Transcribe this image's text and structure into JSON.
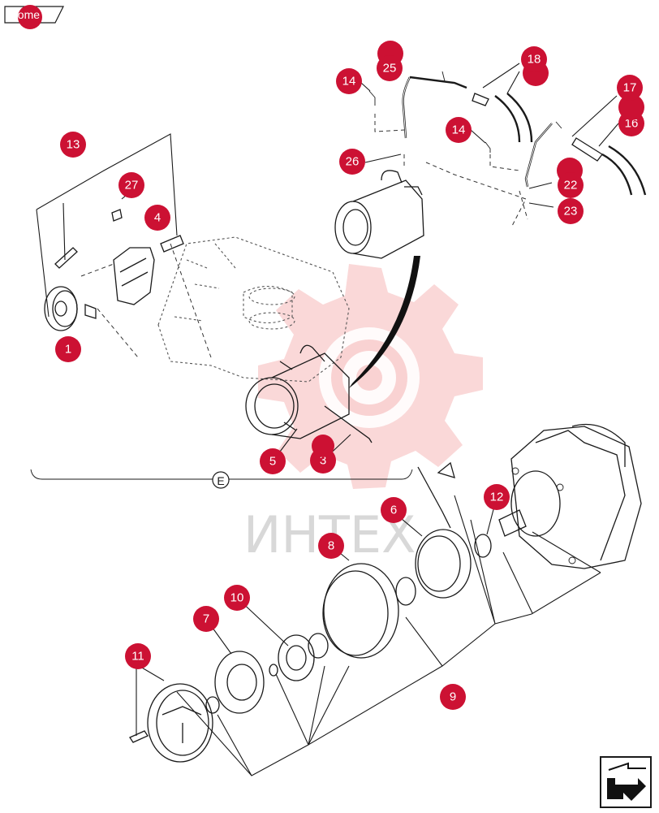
{
  "nav": {
    "home_label": "home",
    "next_page_icon": "arrow-next-page-icon"
  },
  "watermark": {
    "text": "ИНТЕХ",
    "icon": "gear-logo-icon"
  },
  "view_label": "E",
  "callouts": [
    "1",
    "3",
    "4",
    "5",
    "6",
    "7",
    "8",
    "9",
    "10",
    "11",
    "12",
    "13",
    "14",
    "14",
    "16",
    "17",
    "18",
    "22",
    "23",
    "25",
    "26",
    "27"
  ],
  "colors": {
    "callout": "#cc1133",
    "watermark_gear": "#f5b8b8",
    "watermark_text": "#d8d8d8",
    "line": "#1a1a1a"
  }
}
